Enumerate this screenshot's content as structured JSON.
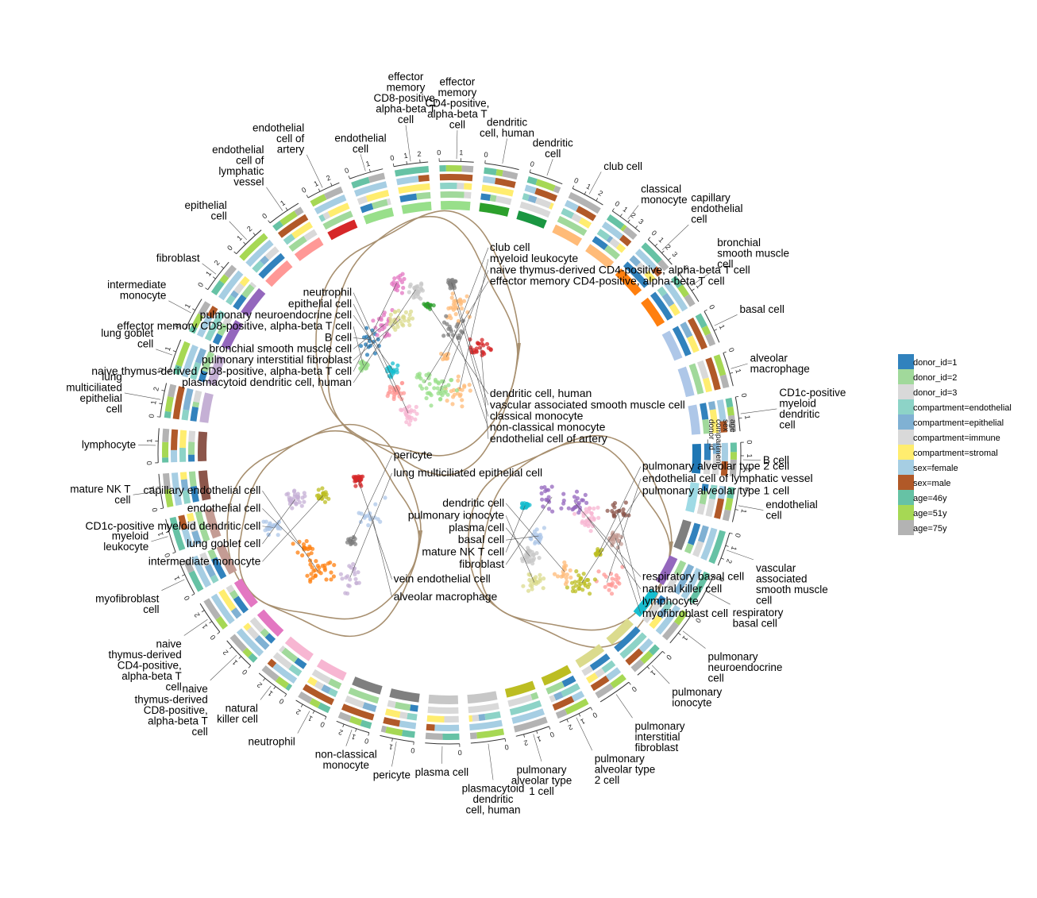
{
  "chart_data": {
    "type": "circular_embedding",
    "legend": {
      "placement": "right",
      "entries": [
        {
          "label": "donor_id=1",
          "color": "#3182bd"
        },
        {
          "label": "donor_id=2",
          "color": "#a1d99b"
        },
        {
          "label": "donor_id=3",
          "color": "#d9d9d9"
        },
        {
          "label": "compartment=endothelial",
          "color": "#8dd3c7"
        },
        {
          "label": "compartment=epithelial",
          "color": "#80b1d3"
        },
        {
          "label": "compartment=immune",
          "color": "#d9d9d9"
        },
        {
          "label": "compartment=stromal",
          "color": "#ffed6f"
        },
        {
          "label": "sex=female",
          "color": "#a6cee3"
        },
        {
          "label": "sex=male",
          "color": "#b15928"
        },
        {
          "label": "age=46y",
          "color": "#66c2a5"
        },
        {
          "label": "age=51y",
          "color": "#a6d854"
        },
        {
          "label": "age=75y",
          "color": "#b3b3b3"
        }
      ]
    },
    "track_labels": [
      "age",
      "sex",
      "compartment",
      "donor_id"
    ],
    "ring_sectors": [
      {
        "label": "effector memory CD4-positive, alpha-beta T cell",
        "color": "#98df8a",
        "ticks": [
          "0",
          "1"
        ]
      },
      {
        "label": "dendritic cell, human",
        "color": "#2ca02c",
        "ticks": [
          "0"
        ]
      },
      {
        "label": "dendritic cell",
        "color": "#1a9641",
        "ticks": [
          "0"
        ]
      },
      {
        "label": "club cell",
        "color": "#ffbb78",
        "ticks": [
          "0",
          "1",
          "2"
        ]
      },
      {
        "label": "classical monocyte",
        "color": "#ffbb78",
        "ticks": [
          "0",
          "1",
          "2",
          "3"
        ]
      },
      {
        "label": "capillary endothelial cell",
        "color": "#ff7f0e",
        "ticks": [
          "0",
          "1",
          "2",
          "3"
        ]
      },
      {
        "label": "bronchial smooth muscle cell",
        "color": "#ff7f0e",
        "ticks": [
          "0",
          "1"
        ]
      },
      {
        "label": "basal cell",
        "color": "#aec7e8",
        "ticks": [
          "0",
          "1"
        ]
      },
      {
        "label": "alveolar macrophage",
        "color": "#aec7e8",
        "ticks": [
          "0",
          "1"
        ]
      },
      {
        "label": "CD1c-positive myeloid dendritic cell",
        "color": "#aec7e8",
        "ticks": [
          "0",
          "1"
        ]
      },
      {
        "label": "B cell",
        "color": "#1f77b4",
        "ticks": [
          "0",
          "1",
          "2"
        ]
      },
      {
        "label": "endothelial cell",
        "color": "#9edae5",
        "ticks": [
          "0",
          "1"
        ]
      },
      {
        "label": "vascular associated smooth muscle cell",
        "color": "#7f7f7f",
        "ticks": [
          "0",
          "1",
          "2"
        ]
      },
      {
        "label": "respiratory basal cell",
        "color": "#9467bd",
        "ticks": [
          "0"
        ]
      },
      {
        "label": "pulmonary neuroendocrine cell",
        "color": "#17becf",
        "ticks": [
          "0",
          "1"
        ]
      },
      {
        "label": "pulmonary ionocyte",
        "color": "#dbdb8d",
        "ticks": [
          "0",
          "1"
        ]
      },
      {
        "label": "pulmonary interstitial fibroblast",
        "color": "#dbdb8d",
        "ticks": [
          "0"
        ]
      },
      {
        "label": "pulmonary alveolar type 2 cell",
        "color": "#bcbd22",
        "ticks": [
          "0",
          "1",
          "2"
        ]
      },
      {
        "label": "pulmonary alveolar type 1 cell",
        "color": "#bcbd22",
        "ticks": [
          "0",
          "1",
          "2"
        ]
      },
      {
        "label": "plasmacytoid dendritic cell, human",
        "color": "#c7c7c7",
        "ticks": [
          "0"
        ]
      },
      {
        "label": "plasma cell",
        "color": "#c7c7c7",
        "ticks": [
          "0"
        ]
      },
      {
        "label": "pericyte",
        "color": "#7f7f7f",
        "ticks": [
          "0",
          "1"
        ]
      },
      {
        "label": "non-classical monocyte",
        "color": "#7f7f7f",
        "ticks": [
          "0",
          "1",
          "2"
        ]
      },
      {
        "label": "neutrophil",
        "color": "#f7b6d2",
        "ticks": [
          "0",
          "1",
          "2"
        ]
      },
      {
        "label": "natural killer cell",
        "color": "#f7b6d2",
        "ticks": [
          "0",
          "1",
          "2"
        ]
      },
      {
        "label": "naive thymus-derived CD8-positive, alpha-beta T cell",
        "color": "#e377c2",
        "ticks": [
          "0",
          "1",
          "2"
        ]
      },
      {
        "label": "naive thymus-derived CD4-positive, alpha-beta T cell",
        "color": "#e377c2",
        "ticks": [
          "0",
          "1",
          "2"
        ]
      },
      {
        "label": "myofibroblast cell",
        "color": "#c49c94",
        "ticks": [
          "0",
          "1"
        ]
      },
      {
        "label": "myeloid leukocyte",
        "color": "#c49c94",
        "ticks": [
          "0",
          "1"
        ]
      },
      {
        "label": "mature NK T cell",
        "color": "#8c564b",
        "ticks": [
          "0",
          "1"
        ]
      },
      {
        "label": "lymphocyte",
        "color": "#8c564b",
        "ticks": [
          "0",
          "1"
        ]
      },
      {
        "label": "lung multiciliated epithelial cell",
        "color": "#c5b0d5",
        "ticks": [
          "0",
          "1",
          "2"
        ]
      },
      {
        "label": "lung goblet cell",
        "color": "#c5b0d5",
        "ticks": [
          "0",
          "1"
        ]
      },
      {
        "label": "intermediate monocyte",
        "color": "#9467bd",
        "ticks": [
          "0",
          "1"
        ]
      },
      {
        "label": "fibroblast",
        "color": "#9467bd",
        "ticks": [
          "0",
          "1",
          "2"
        ]
      },
      {
        "label": "epithelial cell",
        "color": "#ff9896",
        "ticks": [
          "0",
          "1",
          "2"
        ]
      },
      {
        "label": "endothelial cell of lymphatic vessel",
        "color": "#ff9896",
        "ticks": [
          "0",
          "1"
        ]
      },
      {
        "label": "endothelial cell of artery",
        "color": "#d62728",
        "ticks": [
          "0",
          "1",
          "2"
        ]
      },
      {
        "label": "endothelial cell",
        "color": "#98df8a",
        "ticks": [
          "0",
          "1"
        ]
      },
      {
        "label": "effector memory CD8-positive, alpha-beta T cell",
        "color": "#98df8a",
        "ticks": [
          "0",
          "1",
          "2"
        ]
      }
    ],
    "clusters": [
      {
        "group": "immune",
        "label": "club cell",
        "color": "#ffbb78"
      },
      {
        "group": "immune",
        "label": "myeloid leukocyte",
        "color": "#ffbb78"
      },
      {
        "group": "immune",
        "label": "naive thymus-derived CD4-positive, alpha-beta T cell",
        "color": "#98df8a"
      },
      {
        "group": "immune",
        "label": "effector memory CD4-positive, alpha-beta T cell",
        "color": "#98df8a"
      },
      {
        "group": "immune",
        "label": "neutrophil",
        "color": "#f7b6d2"
      },
      {
        "group": "immune",
        "label": "epithelial cell",
        "color": "#ff9896"
      },
      {
        "group": "immune",
        "label": "pulmonary neuroendocrine cell",
        "color": "#17becf"
      },
      {
        "group": "immune",
        "label": "effector memory CD8-positive, alpha-beta T cell",
        "color": "#98df8a"
      },
      {
        "group": "immune",
        "label": "B cell",
        "color": "#1f77b4"
      },
      {
        "group": "immune",
        "label": "bronchial smooth muscle cell",
        "color": "#e377c2"
      },
      {
        "group": "immune",
        "label": "pulmonary interstitial fibroblast",
        "color": "#dbdb8d"
      },
      {
        "group": "immune",
        "label": "naive thymus-derived CD8-positive, alpha-beta T cell",
        "color": "#e377c2"
      },
      {
        "group": "immune",
        "label": "plasmacytoid dendritic cell, human",
        "color": "#c7c7c7"
      },
      {
        "group": "immune",
        "label": "dendritic cell, human",
        "color": "#2ca02c"
      },
      {
        "group": "immune",
        "label": "vascular associated smooth muscle cell",
        "color": "#7f7f7f"
      },
      {
        "group": "immune",
        "label": "classical monocyte",
        "color": "#ffbb78"
      },
      {
        "group": "immune",
        "label": "non-classical monocyte",
        "color": "#7f7f7f"
      },
      {
        "group": "immune",
        "label": "endothelial cell of artery",
        "color": "#d62728"
      },
      {
        "group": "stromal",
        "label": "pericyte",
        "color": "#7f7f7f"
      },
      {
        "group": "stromal",
        "label": "lung multiciliated epithelial cell",
        "color": "#c5b0d5"
      },
      {
        "group": "stromal",
        "label": "capillary endothelial cell",
        "color": "#ff7f0e"
      },
      {
        "group": "stromal",
        "label": "endothelial cell",
        "color": "#ff7f0e"
      },
      {
        "group": "stromal",
        "label": "CD1c-positive myeloid dendritic cell",
        "color": "#aec7e8"
      },
      {
        "group": "stromal",
        "label": "lung goblet cell",
        "color": "#c5b0d5"
      },
      {
        "group": "stromal",
        "label": "intermediate monocyte",
        "color": "#bcbd22"
      },
      {
        "group": "stromal",
        "label": "vein endothelial cell",
        "color": "#d62728"
      },
      {
        "group": "stromal",
        "label": "alveolar macrophage",
        "color": "#aec7e8"
      },
      {
        "group": "epithelial",
        "label": "pulmonary alveolar type 2 cell",
        "color": "#bcbd22"
      },
      {
        "group": "epithelial",
        "label": "endothelial cell of lymphatic vessel",
        "color": "#ff9896"
      },
      {
        "group": "epithelial",
        "label": "pulmonary alveolar type 1 cell",
        "color": "#bcbd22"
      },
      {
        "group": "epithelial",
        "label": "dendritic cell",
        "color": "#ffbb78"
      },
      {
        "group": "epithelial",
        "label": "pulmonary ionocyte",
        "color": "#dbdb8d"
      },
      {
        "group": "epithelial",
        "label": "plasma cell",
        "color": "#c7c7c7"
      },
      {
        "group": "epithelial",
        "label": "basal cell",
        "color": "#aec7e8"
      },
      {
        "group": "epithelial",
        "label": "mature NK T cell",
        "color": "#17becf"
      },
      {
        "group": "epithelial",
        "label": "fibroblast",
        "color": "#9467bd"
      },
      {
        "group": "epithelial",
        "label": "respiratory basal cell",
        "color": "#9467bd"
      },
      {
        "group": "epithelial",
        "label": "natural killer cell",
        "color": "#f7b6d2"
      },
      {
        "group": "epithelial",
        "label": "lymphocyte",
        "color": "#8c564b"
      },
      {
        "group": "epithelial",
        "label": "myofibroblast cell",
        "color": "#c49c94"
      }
    ]
  }
}
